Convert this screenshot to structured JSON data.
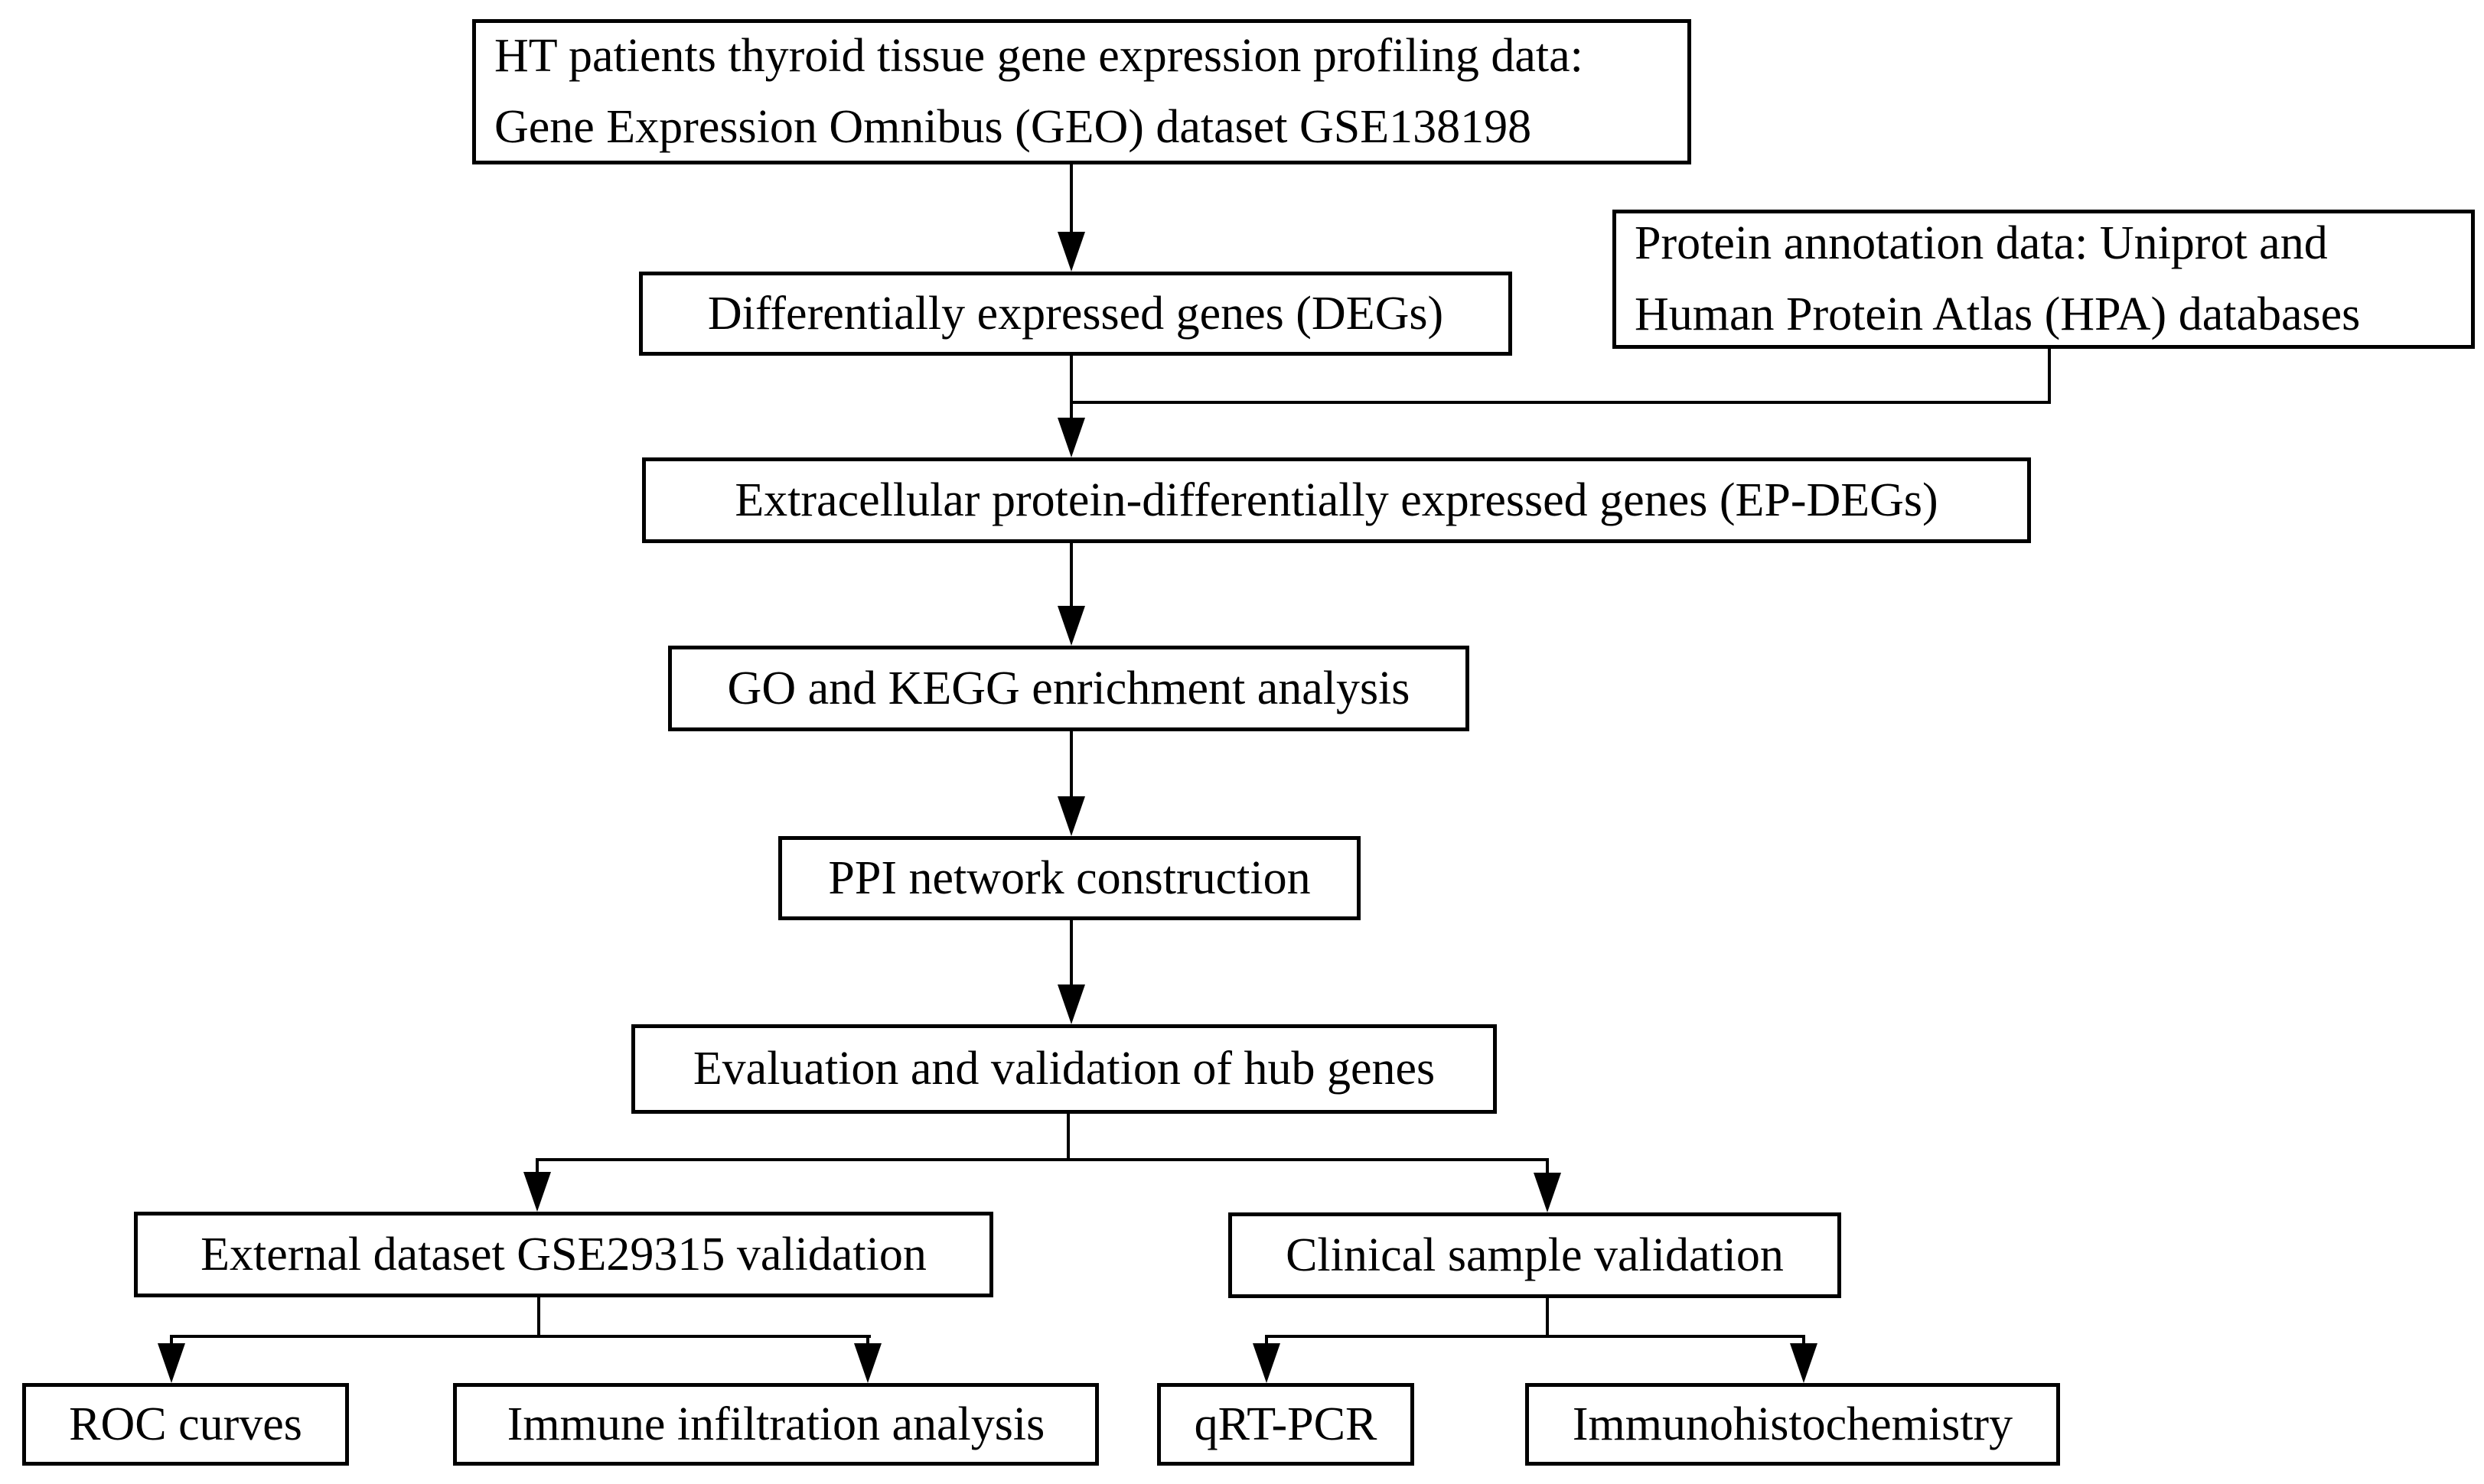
{
  "diagram": {
    "colors": {
      "background": "#ffffff",
      "line": "#000000",
      "text": "#000000"
    },
    "nodes": {
      "source_data": {
        "line1": "HT patients thyroid tissue gene expression profiling data:",
        "line2": "Gene Expression Omnibus (GEO) dataset GSE138198"
      },
      "degs": {
        "label": "Differentially expressed genes (DEGs)"
      },
      "protein_annotation": {
        "line1": "Protein annotation data: Uniprot and",
        "line2": "Human Protein Atlas (HPA) databases"
      },
      "ep_degs": {
        "label": "Extracellular protein-differentially expressed genes (EP-DEGs)"
      },
      "go_kegg": {
        "label": "GO and KEGG enrichment analysis"
      },
      "ppi": {
        "label": "PPI network construction"
      },
      "hub_genes": {
        "label": "Evaluation and validation of hub genes"
      },
      "external_validation": {
        "label": "External dataset GSE29315 validation"
      },
      "clinical_validation": {
        "label": "Clinical sample validation"
      },
      "roc": {
        "label": "ROC curves"
      },
      "immune_infiltration": {
        "label": "Immune infiltration analysis"
      },
      "qrt_pcr": {
        "label": "qRT-PCR"
      },
      "immunohistochemistry": {
        "label": "Immunohistochemistry"
      }
    },
    "edges": [
      {
        "from": "source_data",
        "to": "degs"
      },
      {
        "from": "degs",
        "to": "ep_degs"
      },
      {
        "from": "protein_annotation",
        "to": "ep_degs"
      },
      {
        "from": "ep_degs",
        "to": "go_kegg"
      },
      {
        "from": "go_kegg",
        "to": "ppi"
      },
      {
        "from": "ppi",
        "to": "hub_genes"
      },
      {
        "from": "hub_genes",
        "to": "external_validation"
      },
      {
        "from": "hub_genes",
        "to": "clinical_validation"
      },
      {
        "from": "external_validation",
        "to": "roc"
      },
      {
        "from": "external_validation",
        "to": "immune_infiltration"
      },
      {
        "from": "clinical_validation",
        "to": "qrt_pcr"
      },
      {
        "from": "clinical_validation",
        "to": "immunohistochemistry"
      }
    ]
  }
}
